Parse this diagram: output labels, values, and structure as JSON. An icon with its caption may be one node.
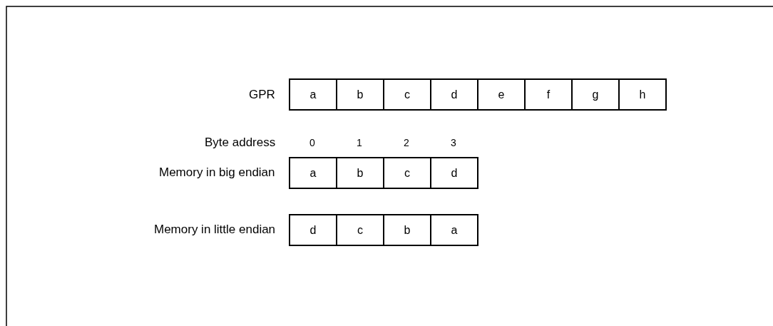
{
  "diagram": {
    "nodes": [
      {
        "text": [
          "a"
        ]
      },
      {
        "text": [
          "b"
        ]
      },
      {
        "text": [
          "c"
        ]
      },
      {
        "text": [
          "d"
        ]
      },
      {
        "text": [
          "e"
        ]
      },
      {
        "text": [
          "f"
        ]
      },
      {
        "text": [
          "g"
        ]
      },
      {
        "text": [
          "h"
        ]
      },
      {
        "text": [
          "a"
        ]
      },
      {
        "text": [
          "b"
        ]
      },
      {
        "text": [
          "c"
        ]
      },
      {
        "text": [
          "d"
        ]
      },
      {
        "text": [
          "d"
        ]
      },
      {
        "text": [
          "c"
        ]
      },
      {
        "text": [
          "b"
        ]
      },
      {
        "text": [
          "a"
        ]
      }
    ],
    "labels": [
      "GPR",
      "Byte address",
      "0",
      "1",
      "2",
      "3",
      "Memory in big endian",
      "Memory in little endian"
    ]
  }
}
